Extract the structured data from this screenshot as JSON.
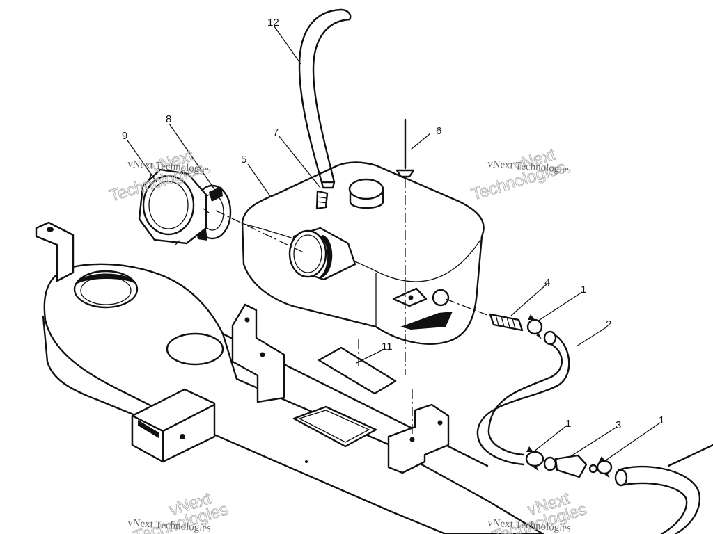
{
  "diagram": {
    "callouts": [
      {
        "id": "c12",
        "text": "12"
      },
      {
        "id": "c9",
        "text": "9"
      },
      {
        "id": "c8",
        "text": "8"
      },
      {
        "id": "c7",
        "text": "7"
      },
      {
        "id": "c6",
        "text": "6"
      },
      {
        "id": "c5",
        "text": "5"
      },
      {
        "id": "c4",
        "text": "4"
      },
      {
        "id": "c1a",
        "text": "1"
      },
      {
        "id": "c2",
        "text": "2"
      },
      {
        "id": "c11",
        "text": "11"
      },
      {
        "id": "c1b",
        "text": "1"
      },
      {
        "id": "c3",
        "text": "3"
      },
      {
        "id": "c1c",
        "text": "1"
      }
    ]
  },
  "watermark": {
    "line1": "vNext",
    "line2": "Technologies",
    "caption": "vNext Technologies"
  }
}
